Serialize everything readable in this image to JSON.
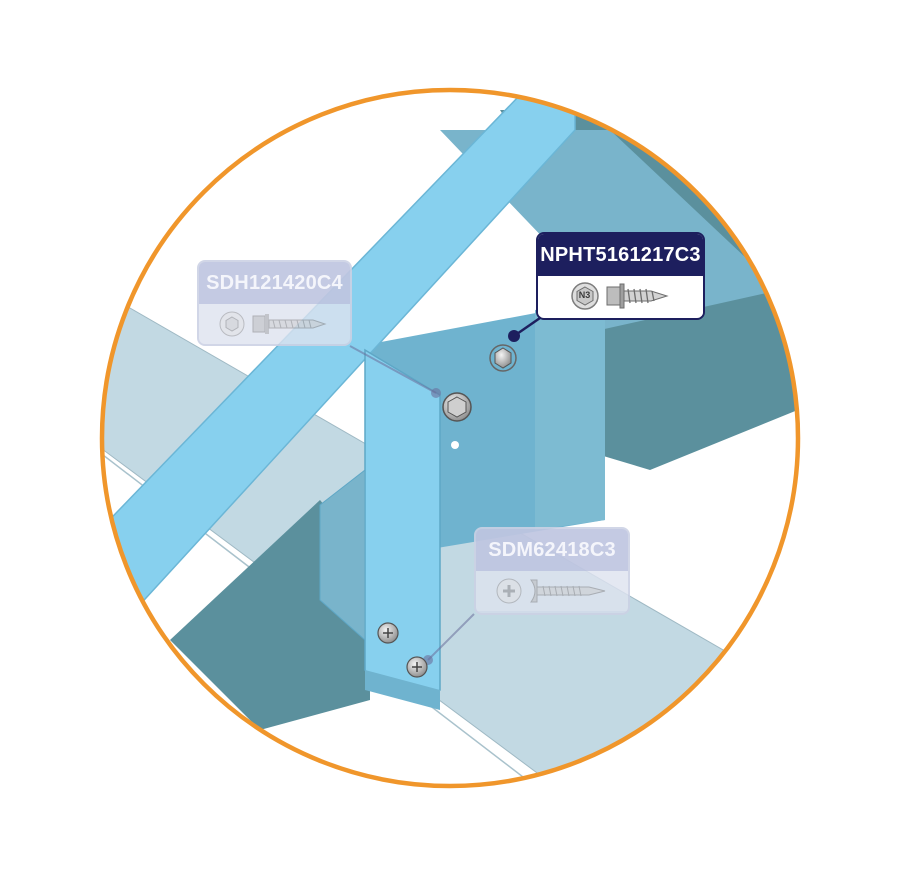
{
  "callouts": {
    "sdh": {
      "code": "SDH121420C4",
      "state": "inactive",
      "screw_icon": "hex-washer-self-drilling-screw-icon",
      "badge_icon": "hex-head-icon"
    },
    "npht": {
      "code": "NPHT5161217C3",
      "state": "active",
      "screw_icon": "hex-washer-wood-screw-icon",
      "badge_icon": "n3-hex-badge-icon",
      "badge_text": "N3"
    },
    "sdm": {
      "code": "SDM62418C3",
      "state": "inactive",
      "screw_icon": "phillips-self-drilling-screw-icon",
      "badge_icon": "phillips-head-icon"
    }
  },
  "colors": {
    "ring": "#f0962b",
    "light_blue": "#87d0ee",
    "mid_blue": "#6fb3cf",
    "dark_blue": "#5b909d",
    "pale_blue": "#c2d9e3",
    "callout_active": "#1d1f5e"
  }
}
